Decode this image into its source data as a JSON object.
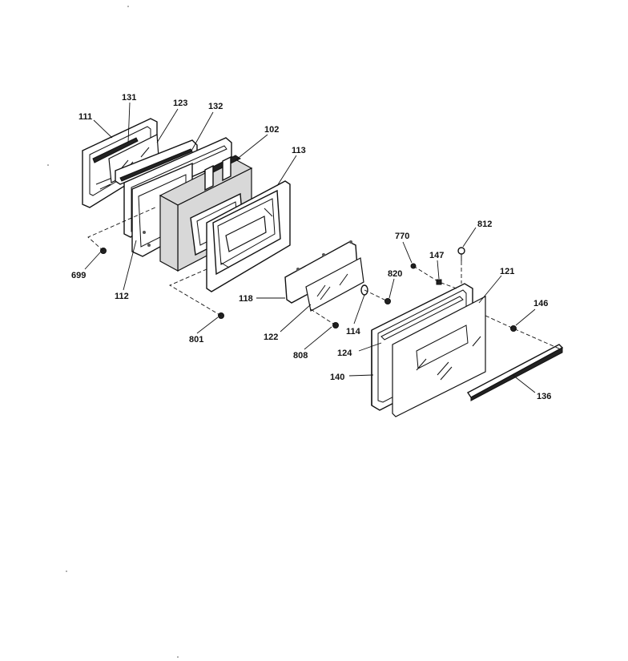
{
  "diagram": {
    "callouts": {
      "c111": "111",
      "c131": "131",
      "c123": "123",
      "c132": "132",
      "c102": "102",
      "c113": "113",
      "c699": "699",
      "c112": "112",
      "c118": "118",
      "c801": "801",
      "c122": "122",
      "c808": "808",
      "c114": "114",
      "c820": "820",
      "c770": "770",
      "c147": "147",
      "c812": "812",
      "c121": "121",
      "c146": "146",
      "c124": "124",
      "c140": "140",
      "c136": "136"
    }
  }
}
